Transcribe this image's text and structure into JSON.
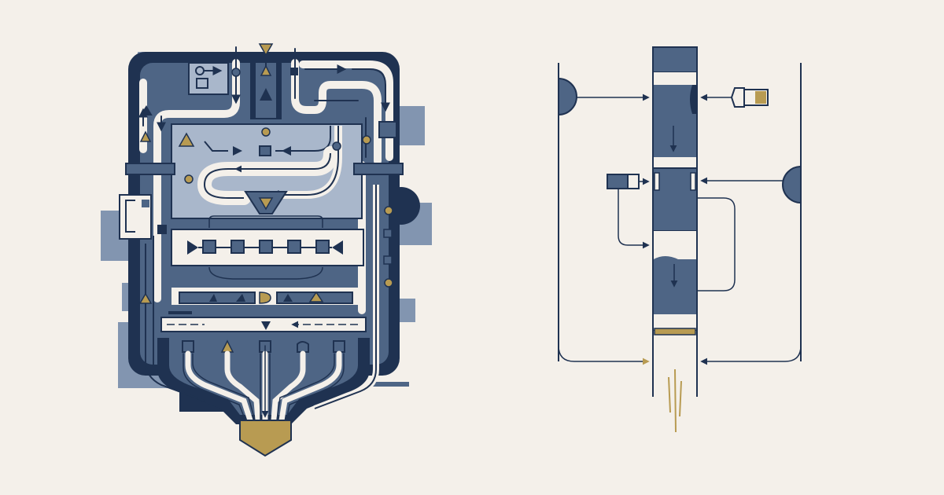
{
  "palette": {
    "background": "#f4f0ea",
    "navy": "#1f3251",
    "slate": "#4e6585",
    "light_slate": "#8295b0",
    "pale_slate": "#a9b7cb",
    "cream": "#f4f0ea",
    "gold": "#b89b52"
  },
  "left_diagram": {
    "description_label": "",
    "components": [
      "top-inlet",
      "input-switch",
      "upper-manifold",
      "funnel-valve",
      "distribution-bus",
      "indicator-strip",
      "collector-bus",
      "outlet-ports",
      "output-nozzle"
    ]
  },
  "right_diagram": {
    "description_label": "",
    "components": [
      "left-port",
      "right-port",
      "emitter",
      "side-block",
      "column-stack",
      "bottom-gate",
      "output-lines"
    ]
  }
}
